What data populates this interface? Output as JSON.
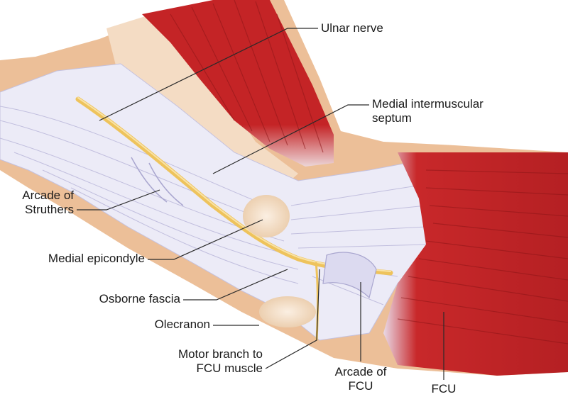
{
  "labels": {
    "ulnar_nerve": "Ulnar nerve",
    "medial_intermuscular_septum": [
      "Medial intermuscular",
      "septum"
    ],
    "arcade_of_struthers": [
      "Arcade of",
      "Struthers"
    ],
    "medial_epicondyle": "Medial epicondyle",
    "osborne_fascia": "Osborne fascia",
    "olecranon": "Olecranon",
    "motor_branch": [
      "Motor branch to",
      "FCU muscle"
    ],
    "arcade_of_fcu": [
      "Arcade of",
      "FCU"
    ],
    "fcu": "FCU"
  },
  "colors": {
    "muscle": "#c8282a",
    "muscle_dark": "#9e1c1f",
    "skin": "#e7b78f",
    "skin_light": "#f3dcc6",
    "fascia": "#eceaf6",
    "fascia_line": "#b7b4d8",
    "nerve": "#f1c862",
    "bone": "#f1dcc2",
    "leader": "#2a2a2a"
  }
}
